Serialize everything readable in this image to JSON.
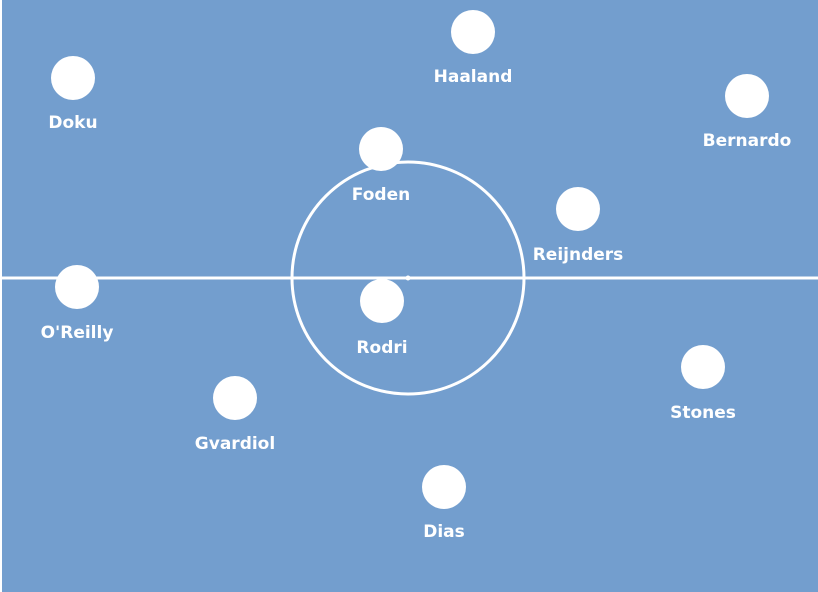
{
  "colors": {
    "pitch": "#739ECE",
    "lines": "#FFFFFF",
    "player": "#FFFFFF",
    "label": "#FFFFFF"
  },
  "players": [
    {
      "id": "haaland",
      "name": "Haaland"
    },
    {
      "id": "doku",
      "name": "Doku"
    },
    {
      "id": "bernardo",
      "name": "Bernardo"
    },
    {
      "id": "foden",
      "name": "Foden"
    },
    {
      "id": "reijnders",
      "name": "Reijnders"
    },
    {
      "id": "oreilly",
      "name": "O'Reilly"
    },
    {
      "id": "rodri",
      "name": "Rodri"
    },
    {
      "id": "gvardiol",
      "name": "Gvardiol"
    },
    {
      "id": "stones",
      "name": "Stones"
    },
    {
      "id": "dias",
      "name": "Dias"
    }
  ]
}
